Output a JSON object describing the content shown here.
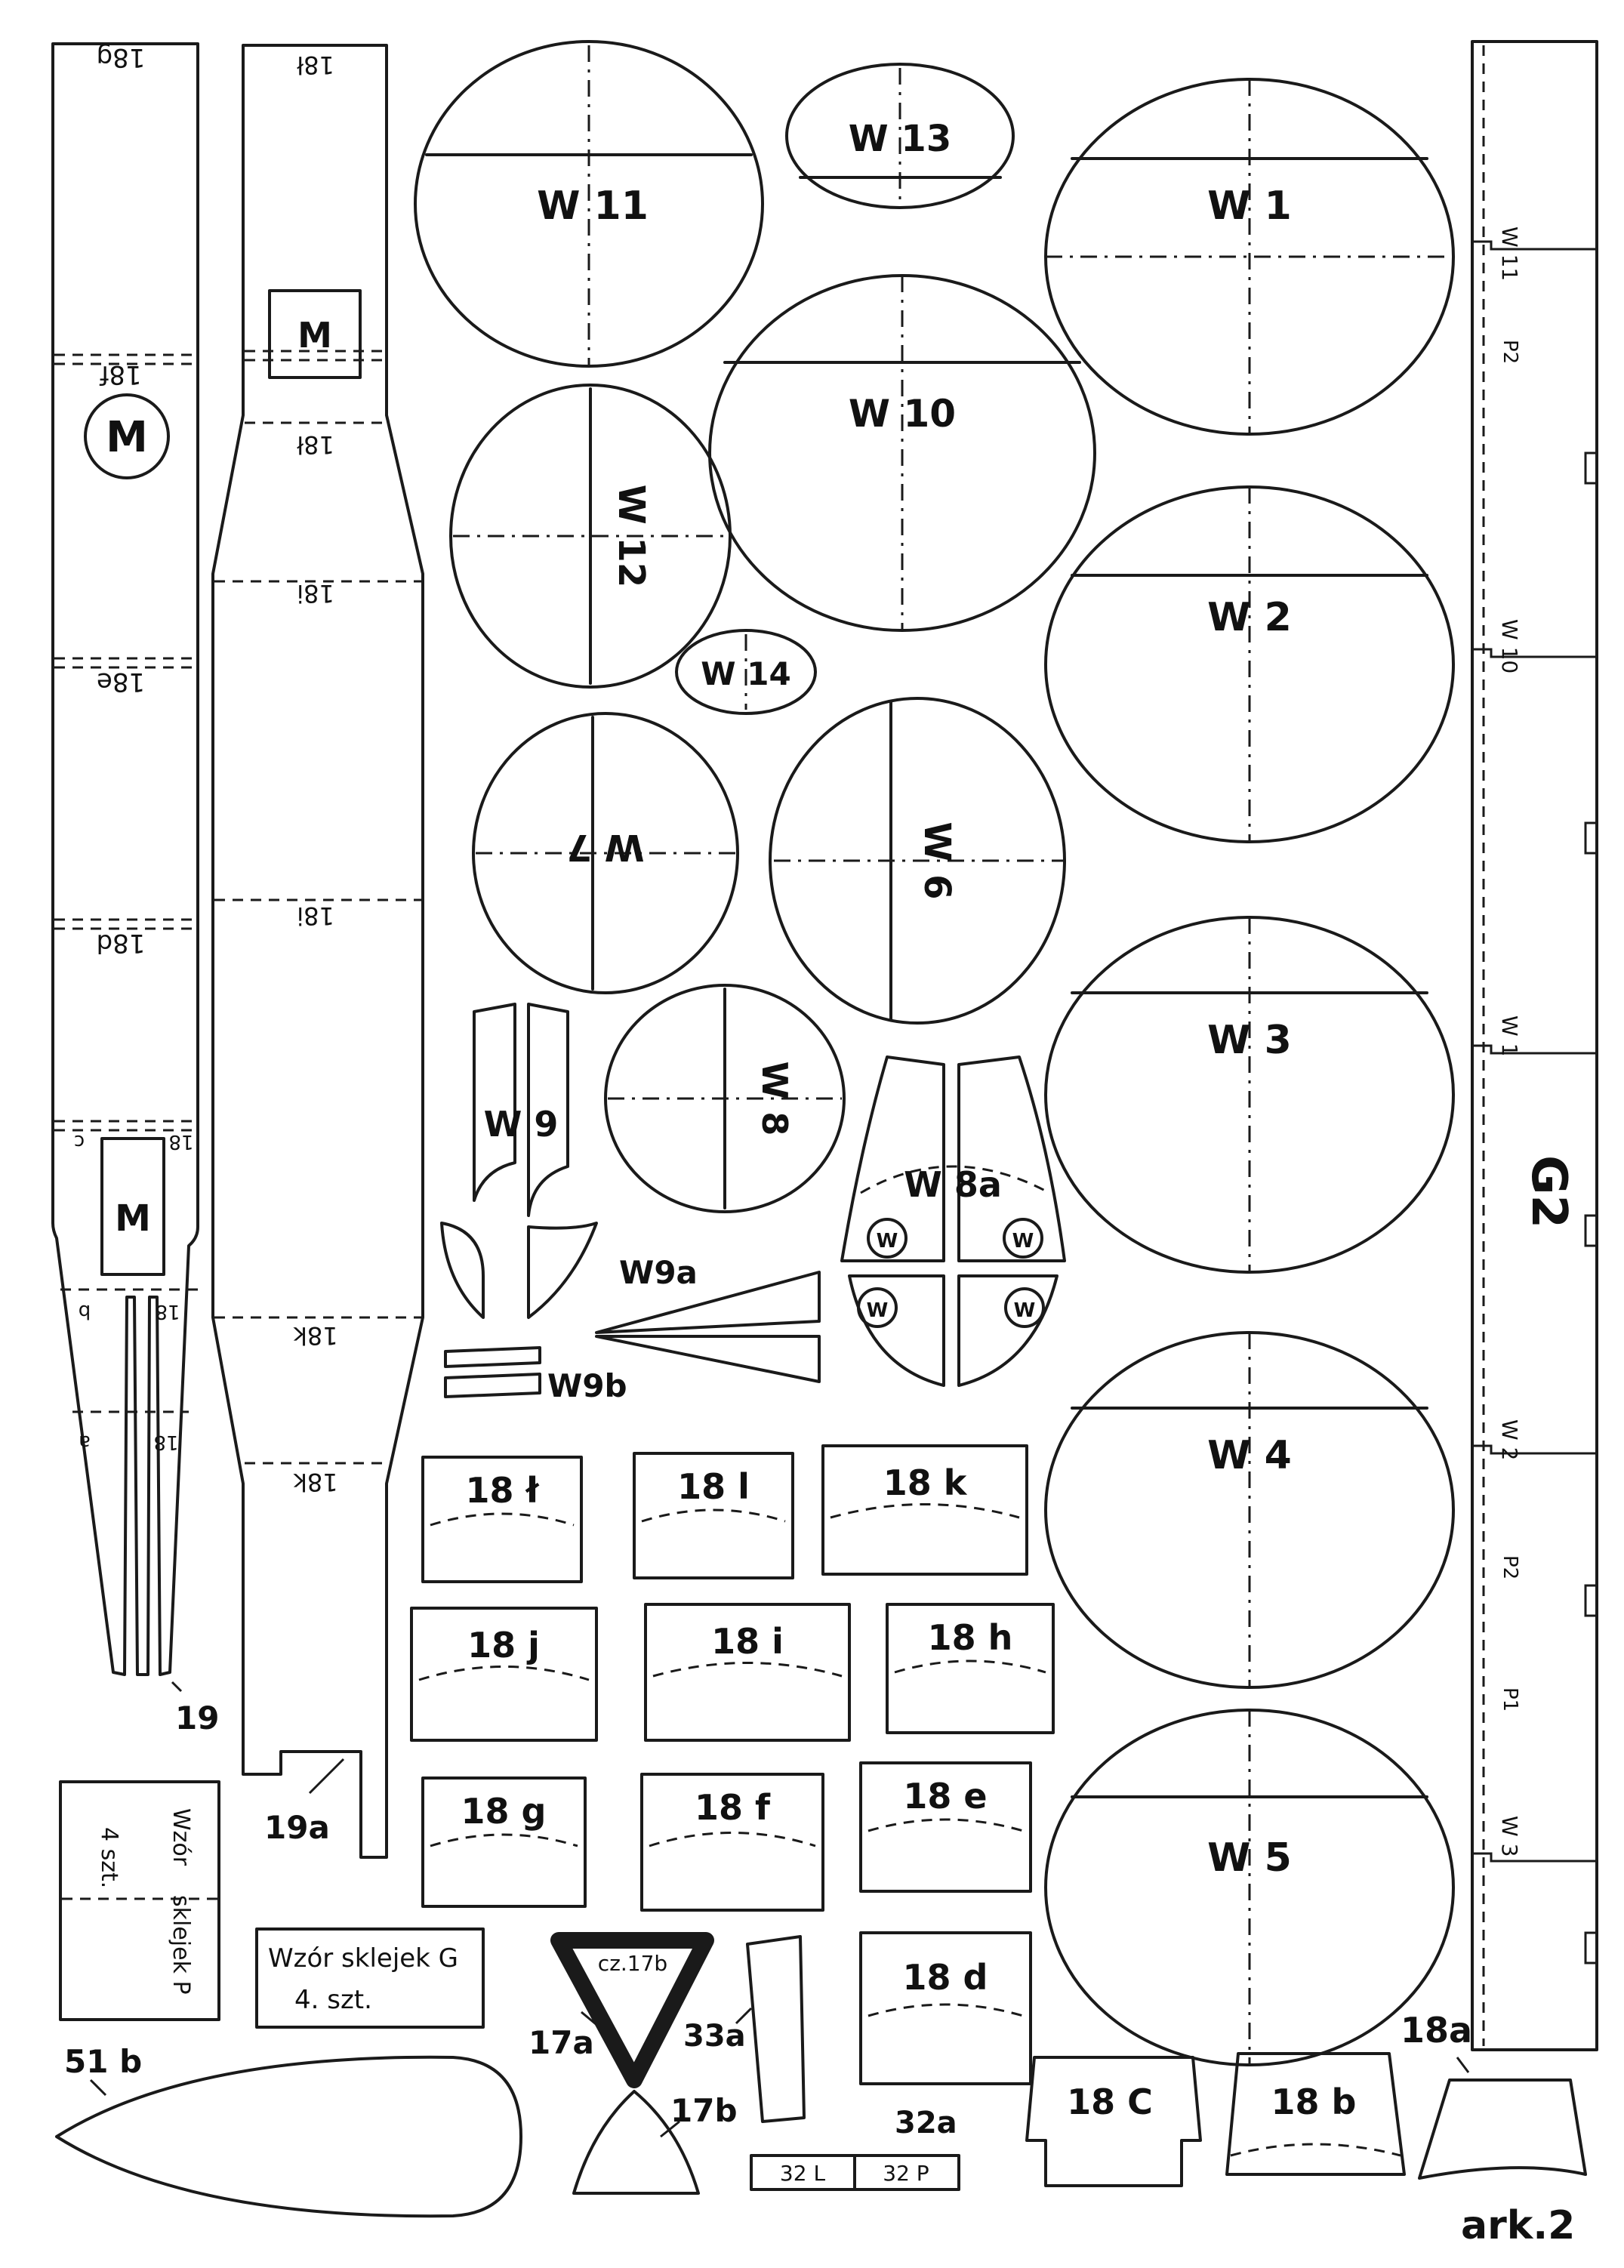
{
  "sheet": {
    "code": "G2",
    "sheet_label": "ark.2"
  },
  "formers": {
    "w1": "W 1",
    "w2": "W 2",
    "w3": "W 3",
    "w4": "W 4",
    "w5": "W 5",
    "w6": "W 6",
    "w7": "W 7",
    "w8": "W 8",
    "w8a": "W 8a",
    "w9": "W 9",
    "w9a": "W9a",
    "w9b": "W9b",
    "w10": "W 10",
    "w11": "W 11",
    "w12": "W 12",
    "w13": "W 13",
    "w14": "W 14",
    "w_small": "W"
  },
  "ribs": {
    "r18l_a": "18 ł",
    "r18l_b": "18 l",
    "r18k": "18 k",
    "r18j": "18 j",
    "r18i": "18 i",
    "r18h": "18 h",
    "r18g": "18 g",
    "r18f": "18 f",
    "r18e": "18 e",
    "r18d": "18 d",
    "r18c": "18 C",
    "r18b": "18 b",
    "r18a": "18a"
  },
  "strips": {
    "p19": "19",
    "p19a": "19a",
    "m": "M",
    "k18e": "18e",
    "k18f": "18f",
    "k18g": "18g",
    "k18d": "18d",
    "k18c": "18",
    "k18b": "18",
    "k18a": "18",
    "k18l": "18ł",
    "k18i": "18i",
    "k18k": "18k",
    "c": "c",
    "b": "b",
    "a": "a"
  },
  "keel": {
    "w11": "W 11",
    "w10": "W 10",
    "w1": "W 1",
    "w2": "W 2",
    "w3": "W 3",
    "p2": "P2",
    "p1": "P1"
  },
  "misc": {
    "wzor_p_1": "Wzór",
    "wzor_p_2": "sklejek P",
    "wzor_p_count": "4 szt.",
    "wzor_g_1": "Wzór sklejek G",
    "wzor_g_count": "4. szt.",
    "cz17b": "cz.17b",
    "p17a": "17a",
    "p17b": "17b",
    "p33a": "33a",
    "p32a": "32a",
    "p32l": "32 L",
    "p32p": "32 P",
    "p51b": "51 b"
  }
}
